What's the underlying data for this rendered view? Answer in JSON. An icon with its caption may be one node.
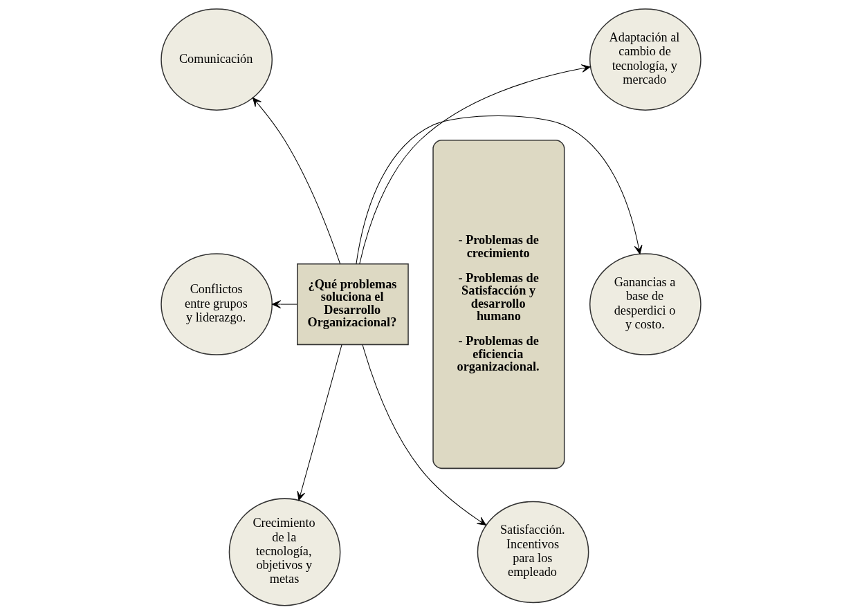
{
  "diagram": {
    "nodes": [
      {
        "text": [
          "- Problemas de crecimiento",
          "- Problemas de Satisfacción y desarrollo humano",
          "- Problemas de eficiencia organizacional."
        ]
      },
      {
        "text": [
          "¿Qué problemas soluciona el Desarrollo Organizacional?"
        ]
      },
      {
        "text": [
          "Adaptación al cambio de tecnología, y mercado"
        ]
      },
      {
        "text": [
          "Comunicación"
        ]
      },
      {
        "text": [
          "Ganancias a base de desperdici o y costo."
        ]
      },
      {
        "text": [
          "Conflictos entre grupos y liderazgo."
        ]
      },
      {
        "text": [
          "Satisfacción. Incentivos para los empleado"
        ]
      },
      {
        "text": [
          "Crecimiento de la tecnología, objetivos y metas"
        ]
      }
    ],
    "edges": [
      {
        "from": 1,
        "to": 2,
        "arrow": "to"
      },
      {
        "from": 1,
        "to": 3,
        "arrow": "to"
      },
      {
        "from": 1,
        "to": 4,
        "arrow": "to"
      },
      {
        "from": 1,
        "to": 5,
        "arrow": "to"
      },
      {
        "from": 1,
        "to": 6,
        "arrow": "to"
      },
      {
        "from": 1,
        "to": 7,
        "arrow": "to"
      }
    ]
  }
}
